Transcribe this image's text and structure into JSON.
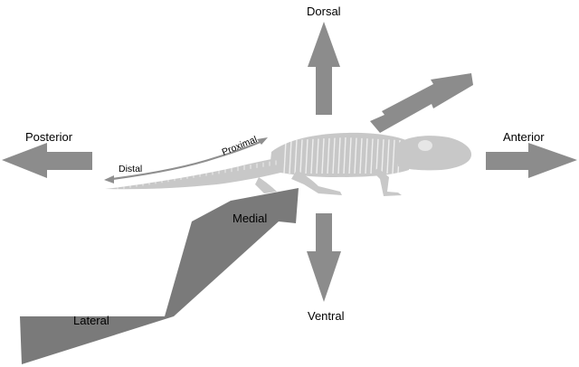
{
  "colors": {
    "arrow": "#8c8c8c",
    "arrow_dark": "#7a7a7a",
    "skeleton": "#c8c8c8",
    "skeleton_shade": "#b9b9b9",
    "thin_arrow": "#8f8f8f",
    "background": "#ffffff"
  },
  "labels": {
    "dorsal": "Dorsal",
    "ventral": "Ventral",
    "anterior": "Anterior",
    "posterior": "Posterior",
    "proximal": "Proximal",
    "distal": "Distal",
    "medial": "Medial",
    "lateral": "Lateral"
  },
  "icons": {
    "subject": "lizard-skeleton-icon"
  }
}
